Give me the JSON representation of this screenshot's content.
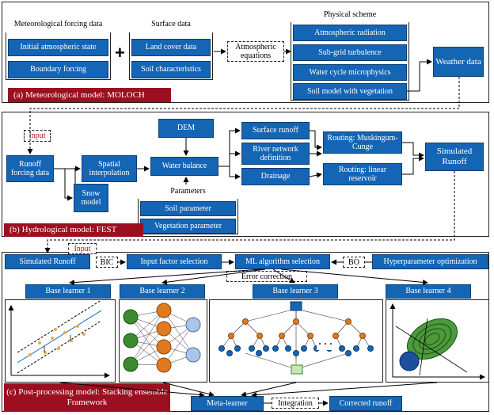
{
  "panel_a": {
    "label": "(a) Meteorological model: MOLOCH",
    "forcing_title": "Meteorological forcing data",
    "forcing_items": [
      "Initial atmospheric state",
      "Boundary forcing"
    ],
    "plus": "+",
    "surface_title": "Surface data",
    "surface_items": [
      "Land cover data",
      "Soil characteristics"
    ],
    "equations": "Atmospheric equations",
    "physics_title": "Physical scheme",
    "physics_items": [
      "Atmospheric radiation",
      "Sub-grid turbulence",
      "Water cycle microphysics",
      "Soil model with vegetation"
    ],
    "weather": "Weather data"
  },
  "panel_b": {
    "label": "(b) Hydrological model: FEST",
    "input": "Input",
    "runoff_forcing": "Runoff forcing data",
    "snow": "Snow model",
    "spatial": "Spatial interpolation",
    "water_balance": "Water balance",
    "dem": "DEM",
    "surface_runoff": "Surface runoff",
    "river_network": "River network definition",
    "drainage": "Drainage",
    "routing_mc": "Routing: Muskingum-Cunge",
    "routing_lr": "Routing: linear reservoir",
    "simulated": "Simulated Runoff",
    "params_title": "Parameters",
    "params_items": [
      "Soil parameter",
      "Vegetation parameter"
    ]
  },
  "panel_c": {
    "label": "(c) Post-processing model: Stacking ensemble Framework",
    "input": "Input",
    "simulated_runoff": "Simulated Runoff",
    "bic": "BIC",
    "input_factor": "Input factor selection",
    "ml_selection": "ML algorithm selection",
    "bo": "BO",
    "hyperparameter": "Hyperparameter optimization",
    "error_correction": "Error correction",
    "base_learners": [
      "Base learner 1",
      "Base learner 2",
      "Base learner 3",
      "Base learner 4"
    ],
    "dots": "· · ·",
    "meta": "Meta-learner",
    "integration": "Integration",
    "corrected": "Corrected runoff"
  },
  "colors": {
    "box_blue": "#1565b5",
    "label_red": "#9b1020",
    "orange": "#e07a1f",
    "green": "#3a8a2e",
    "light_blue": "#a9c6ea"
  }
}
